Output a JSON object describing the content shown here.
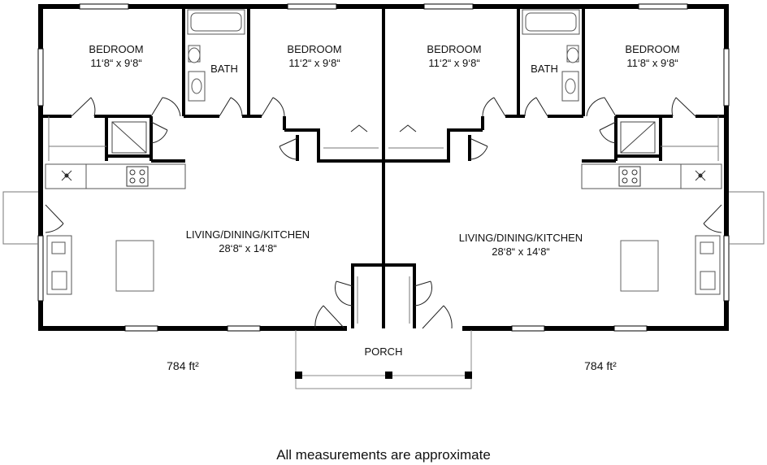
{
  "rooms": {
    "bedroom_1": {
      "name": "BEDROOM",
      "dims": "11‘8“ x 9‘8“"
    },
    "bedroom_2": {
      "name": "BEDROOM",
      "dims": "11‘2“ x 9‘8“"
    },
    "bedroom_3": {
      "name": "BEDROOM",
      "dims": "11‘2“ x 9‘8“"
    },
    "bedroom_4": {
      "name": "BEDROOM",
      "dims": "11‘8“ x 9‘8“"
    },
    "bath_1": {
      "name": "BATH"
    },
    "bath_2": {
      "name": "BATH"
    },
    "living_1": {
      "name": "LIVING/DINING/KITCHEN",
      "dims": "28‘8“ x 14‘8“"
    },
    "living_2": {
      "name": "LIVING/DINING/KITCHEN",
      "dims": "28‘8“ x 14‘8“"
    },
    "porch": {
      "name": "PORCH"
    }
  },
  "areas": {
    "unit_left": "784 ft²",
    "unit_right": "784 ft²"
  },
  "footer": "All measurements are approximate",
  "colors": {
    "wall": "#000000",
    "fixture": "#555555",
    "background": "#ffffff"
  }
}
